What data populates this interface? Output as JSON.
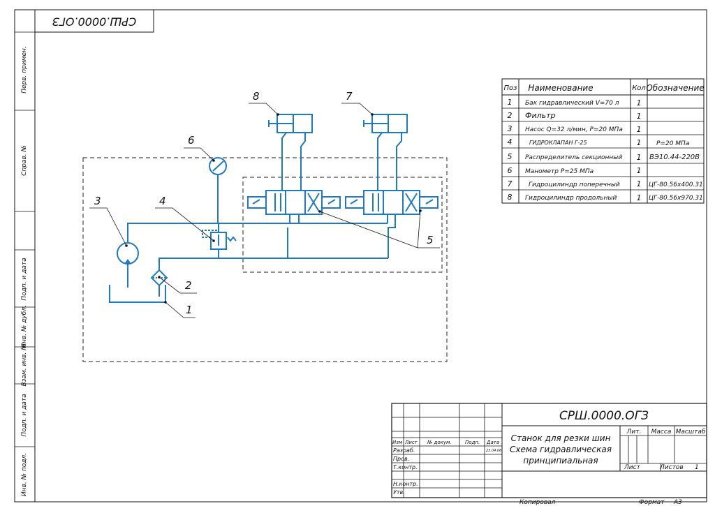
{
  "drawing": {
    "code_rotated": "СРШ.0000.ОГЗ",
    "side_labels": [
      "Перв. примен.",
      "Справ. №",
      "Подп. и дата",
      "Инв. № дубл.",
      "Взам. инв. №",
      "Подп. и дата",
      "Инв. № подл."
    ],
    "callouts": [
      "1",
      "2",
      "3",
      "4",
      "5",
      "6",
      "7",
      "8"
    ]
  },
  "spec_table": {
    "headers": {
      "pos": "Поз",
      "name": "Наименование",
      "qty": "Кол",
      "designation": "Обозначение"
    },
    "rows": [
      {
        "pos": "1",
        "name": "Бак гидравлический V=70 л",
        "qty": "1",
        "designation": ""
      },
      {
        "pos": "2",
        "name": "Фильтр",
        "qty": "1",
        "designation": ""
      },
      {
        "pos": "3",
        "name": "Насос Q=32 л/мин, P=20 MПа",
        "qty": "1",
        "designation": ""
      },
      {
        "pos": "4",
        "name": "ГИДРОКЛАПАН Г-25",
        "qty": "1",
        "designation": "P=20 МПа"
      },
      {
        "pos": "5",
        "name": "Распределитель секционный",
        "qty": "1",
        "designation": "ВЭ10.44-220В"
      },
      {
        "pos": "6",
        "name": "Манометр Р=25 МПа",
        "qty": "1",
        "designation": ""
      },
      {
        "pos": "7",
        "name": "Гидроцилиндр поперечный",
        "qty": "1",
        "designation": "ЦГ-80.56х400.31"
      },
      {
        "pos": "8",
        "name": "Гидроцилиндр продольный",
        "qty": "1",
        "designation": "ЦГ-80.56х970.31"
      }
    ]
  },
  "title_block": {
    "code": "СРШ.0000.ОГЗ",
    "title_lines": [
      "Станок для резки шин",
      "Схема гидравлическая",
      "принципиальная"
    ],
    "col_headers": {
      "lit": "Лит.",
      "mass": "Масса",
      "scale": "Масштаб"
    },
    "sheet_label": "Лист",
    "sheets_label": "Листов",
    "sheets_value": "1",
    "stamp_headers": [
      "Изм",
      "Лист",
      "№ докум.",
      "Подп.",
      "Дата"
    ],
    "roles": [
      "Разраб.",
      "Пров.",
      "Т.контр.",
      "",
      "Н.контр.",
      "Утв."
    ],
    "date_value": "23.04.06",
    "copied": "Копировал",
    "format_label": "Формат",
    "format_value": "А3"
  }
}
